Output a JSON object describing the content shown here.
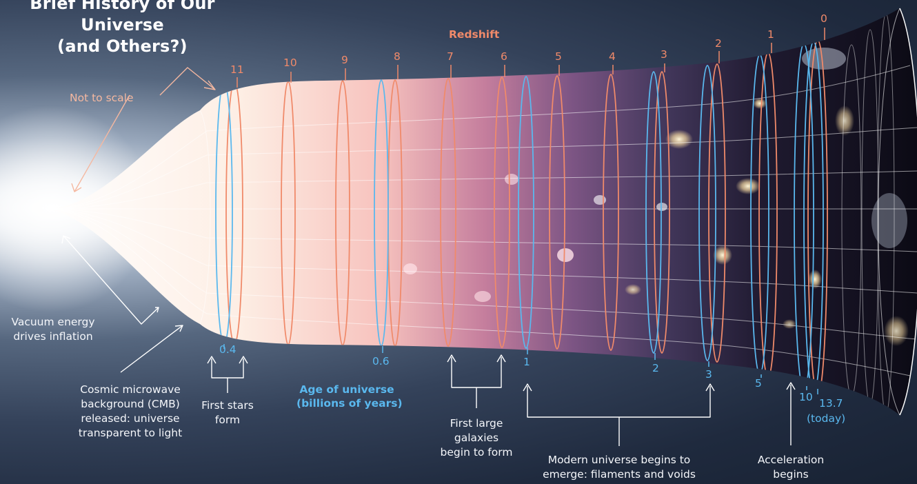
{
  "title": {
    "line1": "Brief History of Our Universe",
    "line2": "(and Others?)"
  },
  "redshift": {
    "heading": "Redshift",
    "ticks": [
      "11",
      "10",
      "9",
      "8",
      "7",
      "6",
      "5",
      "4",
      "3",
      "2",
      "1",
      "0"
    ]
  },
  "age": {
    "heading_line1": "Age of universe",
    "heading_line2": "(billions of years)",
    "ticks": [
      "0.4",
      "0.6",
      "1",
      "2",
      "3",
      "5",
      "10",
      "13.7",
      "(today)"
    ]
  },
  "annotations": {
    "not_to_scale": "Not to scale",
    "vacuum": [
      "Vacuum energy",
      "drives inflation"
    ],
    "cmb": [
      "Cosmic microwave",
      "background (CMB)",
      "released: universe",
      "transparent to light"
    ],
    "first_stars": [
      "First stars",
      "form"
    ],
    "first_galaxies": [
      "First large",
      "galaxies",
      "begin to form"
    ],
    "modern": [
      "Modern universe begins to",
      "emerge: filaments and voids"
    ],
    "acceleration": [
      "Acceleration",
      "begins"
    ]
  },
  "colors": {
    "redshift": "#f08a6a",
    "age": "#5ab8ee",
    "annotation": "#ffffff"
  }
}
